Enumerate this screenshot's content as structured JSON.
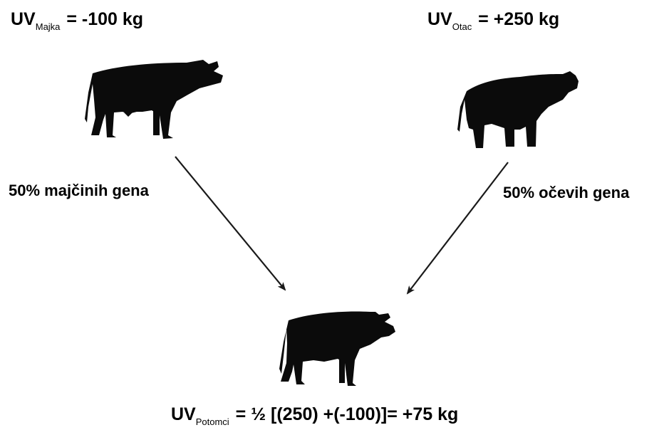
{
  "mother": {
    "prefix": "UV",
    "subscript": "Majka",
    "value": " = -100 kg",
    "genes": "50% majčinih gena"
  },
  "father": {
    "prefix": "UV",
    "subscript": "Otac",
    "value": " = +250 kg",
    "genes": "50% očevih gena"
  },
  "offspring": {
    "prefix": "UV",
    "subscript": "Potomci",
    "value": " = ½ [(250) +(-100)]= +75 kg"
  },
  "colors": {
    "silhouette": "#0b0b0b",
    "arrow": "#1a1a1a",
    "background": "#ffffff"
  },
  "icons": {
    "mother": "cow-icon",
    "father": "bull-icon",
    "offspring": "calf-icon"
  }
}
